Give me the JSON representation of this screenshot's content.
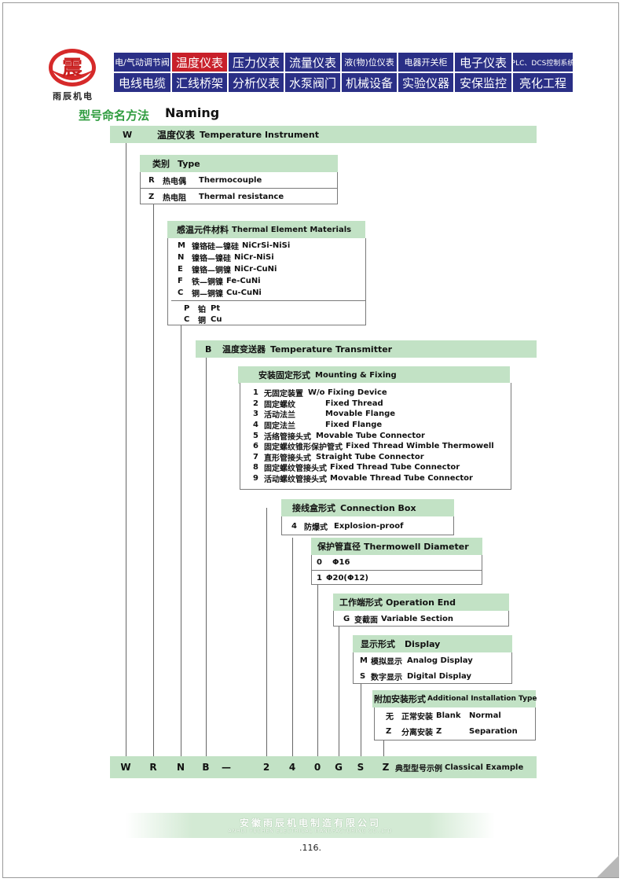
{
  "brand": {
    "logo_text": "雨辰机电"
  },
  "nav": [
    "电/气动调节阀",
    "温度仪表",
    "压力仪表",
    "流量仪表",
    "液(物)位仪表",
    "电器开关柜",
    "电子仪表",
    "PLC、DCS控制系统",
    "电线电缆",
    "汇线桥架",
    "分析仪表",
    "水泵阀门",
    "机械设备",
    "实验仪器",
    "安保监控",
    "亮化工程"
  ],
  "heading": {
    "cn": "型号命名方法",
    "en": "Naming"
  },
  "main_band": {
    "code": "W",
    "label": "温度仪表",
    "label_en": "Temperature Instrument"
  },
  "type": {
    "title": "类别",
    "title_en": "Type",
    "rows": [
      {
        "code": "R",
        "cn": "热电偶",
        "en": "Thermocouple"
      },
      {
        "code": "Z",
        "cn": "热电阻",
        "en": "Thermal resistance"
      }
    ]
  },
  "materials": {
    "title": "感温元件材料",
    "title_en": "Thermal Element Materials",
    "group1": [
      {
        "code": "M",
        "cn": "镍铬硅—镍硅",
        "en": "NiCrSi-NiSi"
      },
      {
        "code": "N",
        "cn": "镍铬—镍硅",
        "en": "NiCr-NiSi"
      },
      {
        "code": "E",
        "cn": "镍铬—铜镍",
        "en": "NiCr-CuNi"
      },
      {
        "code": "F",
        "cn": "铁—铜镍",
        "en": "Fe-CuNi"
      },
      {
        "code": "C",
        "cn": "铜—铜镍",
        "en": "Cu-CuNi"
      }
    ],
    "group2": [
      {
        "code": "P",
        "cn": "铂",
        "en": "Pt"
      },
      {
        "code": "C",
        "cn": "铜",
        "en": "Cu"
      }
    ]
  },
  "transmitter": {
    "code": "B",
    "label": "温度变送器",
    "label_en": "Temperature Transmitter"
  },
  "mounting": {
    "title": "安装固定形式",
    "title_en": "Mounting & Fixing",
    "rows": [
      {
        "code": "1",
        "cn": "无固定装置",
        "en": "W/o Fixing Device"
      },
      {
        "code": "2",
        "cn": "固定螺纹",
        "en": "Fixed Thread"
      },
      {
        "code": "3",
        "cn": "活动法兰",
        "en": "Movable Flange"
      },
      {
        "code": "4",
        "cn": "固定法兰",
        "en": "Fixed Flange"
      },
      {
        "code": "5",
        "cn": "活络管接头式",
        "en": "Movable Tube Connector"
      },
      {
        "code": "6",
        "cn": "固定螺纹锥形保护管式",
        "en": "Fixed Thread Wimble Thermowell"
      },
      {
        "code": "7",
        "cn": "直形管接头式",
        "en": "Straight Tube Connector"
      },
      {
        "code": "8",
        "cn": "固定螺纹管接头式",
        "en": "Fixed Thread Tube Connector"
      },
      {
        "code": "9",
        "cn": "活动螺纹管接头式",
        "en": "Movable Thread Tube Connector"
      }
    ]
  },
  "connection": {
    "title": "接线盒形式",
    "title_en": "Connection Box",
    "rows": [
      {
        "code": "4",
        "cn": "防爆式",
        "en": "Explosion-proof"
      }
    ]
  },
  "diameter": {
    "title": "保护管直径",
    "title_en": "Thermowell Diameter",
    "rows": [
      {
        "code": "0",
        "cn": "",
        "en": "Φ16"
      },
      {
        "code": "1",
        "cn": "",
        "en": "Φ20(Φ12)"
      }
    ]
  },
  "operation": {
    "title": "工作端形式",
    "title_en": "Operation End",
    "rows": [
      {
        "code": "G",
        "cn": "变截面",
        "en": "Variable Section"
      }
    ]
  },
  "display": {
    "title": "显示形式",
    "title_en": "Display",
    "rows": [
      {
        "code": "M",
        "cn": "模拟显示",
        "en": "Analog Display"
      },
      {
        "code": "S",
        "cn": "数字显示",
        "en": "Digital Display"
      }
    ]
  },
  "additional": {
    "title": "附加安装形式",
    "title_en": "Additional Installation Type",
    "rows": [
      {
        "code": "无",
        "cn": "正常安装",
        "en1": "Blank",
        "en2": "Normal"
      },
      {
        "code": "Z",
        "cn": "分离安装",
        "en1": "Z",
        "en2": "Separation"
      }
    ]
  },
  "example": {
    "chars": [
      "W",
      "R",
      "N",
      "B",
      "—",
      "2",
      "4",
      "0",
      "G",
      "S",
      "Z"
    ],
    "label": "典型型号示例",
    "label_en": "Classical Example"
  },
  "footer": {
    "company_cn": "安徽雨辰机电制造有限公司",
    "company_en": "ANHUI YUCHEN ELECTRICAL MANUFACTURING CO.,LTD",
    "page": ".116."
  },
  "colors": {
    "nav_blue": "#2a2f86",
    "nav_active": "#c8202a",
    "band_green": "#c2e2c5",
    "heading_green": "#2f9c3f"
  }
}
